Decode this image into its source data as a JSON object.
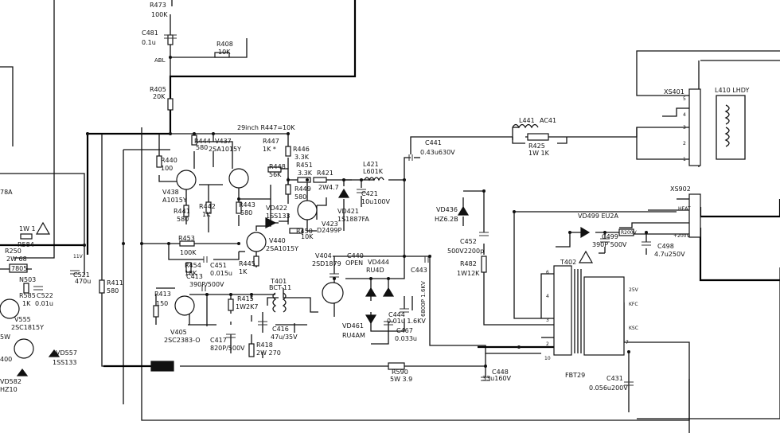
{
  "labels": {
    "r473": "R473",
    "r473_val": "100K",
    "c481": "C481",
    "c481_val": "0.1u",
    "r408": "R408",
    "r408_val": "10K",
    "abl": "ABL",
    "r405": "R405",
    "r405_val": "20K",
    "inch29": "29inch R447=10K",
    "r444": "R444",
    "r444_val": "580",
    "v437": "V437",
    "v437_val": "2SA1015Y",
    "r447": "R447",
    "r447_val": "1K *",
    "r440": "R440",
    "r440_val": "100",
    "r446": "R446",
    "r446_val": "3.3K",
    "r448": "R448",
    "r448_val": "56K",
    "r451": "R451",
    "r451_val": "3.3K",
    "r421": "R421",
    "r421_val": "2W4.7",
    "l421": "L421",
    "l421_val": "L601K",
    "c421": "C421",
    "c421_val": "10u100V",
    "v438": "V438",
    "v438_val": "A1015Y",
    "r442": "R442",
    "r442_val": "1K",
    "r443": "R443",
    "r443_val": "580",
    "r441": "R441",
    "r441_val": "580",
    "r449": "R449",
    "r449_val": "580",
    "vd422": "VD422",
    "vd422_val": "1SS133",
    "vd421": "VD421",
    "vd421_val": "1S1887FA",
    "v423": "V423",
    "v423_val": "D2499P",
    "r450": "R450",
    "r450_val": "10K",
    "r453": "R453",
    "r453_val": "100K",
    "v440": "V440",
    "v440_val": "2SA1015Y",
    "r454": "R454",
    "r454_val": "18K",
    "c451": "C451",
    "c451_val": "0.015u",
    "r445": "R445",
    "r445_val": "1K",
    "c413": "C413",
    "c413_val": "390P/500V",
    "t401": "T401",
    "t401_val": "BCT-11",
    "v404": "V404",
    "v404_val": "2SD1879",
    "c440": "C440",
    "c440_val": "OPEN",
    "vd444": "VD444",
    "vd444_val": "RU4D",
    "c443": "C443",
    "c443_val": "6800P 1.6KV",
    "r413": "R413",
    "r413_val": "150",
    "r415": "R415",
    "r415_val": "1W2K7",
    "c444": "C444",
    "c444_val": "0.01u 1.6KV",
    "vd461": "VD461",
    "vd461_val": "RU4AM",
    "c467": "C467",
    "c467_val": "0.033u",
    "v405": "V405",
    "v405_val": "2SC2383-O",
    "c416": "C416",
    "c416_val": "47u/35V",
    "c417": "C417",
    "c417_val": "820P/500V",
    "r418": "R418",
    "r418_val": "2W 270",
    "r590": "R590",
    "r590_val": "5W 3.9",
    "c448": "C448",
    "c448_val": "33u160V",
    "c431": "C431",
    "c431_val": "0.056u200V",
    "fbt29": "FBT29",
    "t402": "T402",
    "c441": "C441",
    "c441_val": "0.43u630V",
    "vd436": "VD436",
    "vd436_val": "HZ6.2B",
    "c452": "C452",
    "c452_val": "500V2200p",
    "r482": "R482",
    "r482_val": "1W12K",
    "l441": "L441",
    "ac41": "AC41",
    "r425": "R425",
    "r425_val": "1W 1K",
    "vd499": "VD499  EU2A",
    "c499": "C499",
    "c499_val": "390P 500V",
    "c498": "C498",
    "c498_val": "4.7u250V",
    "v200": "R200V",
    "plus200v": "+200V",
    "heat": "HEAT",
    "xs401": "XS401",
    "l410": "L410  LHDY",
    "xs902": "XS902",
    "v25": "25V",
    "kfc": "KFC",
    "ksc": "KSC",
    "v11": "11V",
    "l78a": "78A",
    "w1": "1W 1",
    "r584": "R584",
    "r250": "R250",
    "r250_val": "2W  68",
    "r7805": "7805",
    "n503": "N503",
    "c521": "C521",
    "c521_val": "470u",
    "r585": "R585",
    "r585_val": "1K",
    "c522": "C522",
    "c522_val": "0.01u",
    "v555": "V555",
    "v555_val": "2SC1815Y",
    "w5": "5W",
    "vd557": "VD557",
    "vd557_val": "1SS133",
    "v400": "400",
    "vd582": "VD582",
    "hz10": "HZ10",
    "r411": "R411",
    "r411_val": "580",
    "pin1": "1",
    "pin2": "2",
    "pin3": "3",
    "pin4": "4",
    "pin5": "5",
    "pin6": "6",
    "pin7": "7",
    "pin10": "10"
  }
}
